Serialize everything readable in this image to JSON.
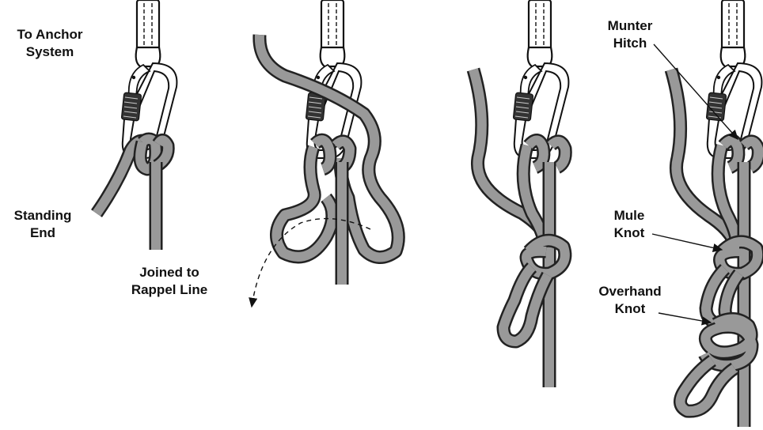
{
  "labels": {
    "anchor_line1": "To Anchor",
    "anchor_line2": "System",
    "standing_line1": "Standing",
    "standing_line2": "End",
    "joined_line1": "Joined to",
    "joined_line2": "Rappel Line",
    "munter_line1": "Munter",
    "munter_line2": "Hitch",
    "mule_line1": "Mule",
    "mule_line2": "Knot",
    "overhand_line1": "Overhand",
    "overhand_line2": "Knot"
  },
  "colors": {
    "rope_fill": "#999999",
    "rope_outline": "#222222",
    "line": "#111111",
    "background": "#ffffff"
  },
  "steps": [
    {
      "name": "step-1"
    },
    {
      "name": "step-2"
    },
    {
      "name": "step-3"
    },
    {
      "name": "step-4"
    }
  ]
}
